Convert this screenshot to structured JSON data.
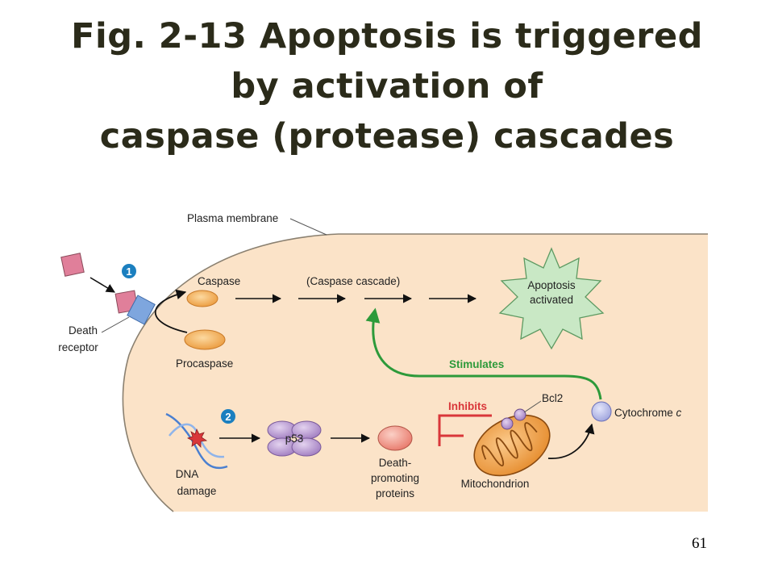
{
  "title": {
    "line1": "Fig. 2-13 Apoptosis is triggered",
    "line2": "by activation of",
    "line3": "caspase (protease) cascades"
  },
  "diagram": {
    "plasma_membrane": "Plasma membrane",
    "death_receptor_1": "Death",
    "death_receptor_2": "receptor",
    "step1": "1",
    "step2": "2",
    "caspase": "Caspase",
    "procaspase": "Procaspase",
    "caspase_cascade": "(Caspase cascade)",
    "apoptosis_1": "Apoptosis",
    "apoptosis_2": "activated",
    "stimulates": "Stimulates",
    "inhibits": "Inhibits",
    "bcl2": "Bcl2",
    "cytochrome": "Cytochrome ",
    "cytochrome_c": "c",
    "dna_1": "DNA",
    "dna_2": "damage",
    "p53": "p53",
    "death_promoting_1": "Death-",
    "death_promoting_2": "promoting",
    "death_promoting_3": "proteins",
    "mitochondrion": "Mitochondrion"
  },
  "colors": {
    "cell": "#fbe3c8",
    "membrane": "#8a8070",
    "stimulates": "#2d9a3a",
    "inhibits": "#d9373a",
    "step_badge": "#1b7fbf"
  },
  "page_number": "61"
}
